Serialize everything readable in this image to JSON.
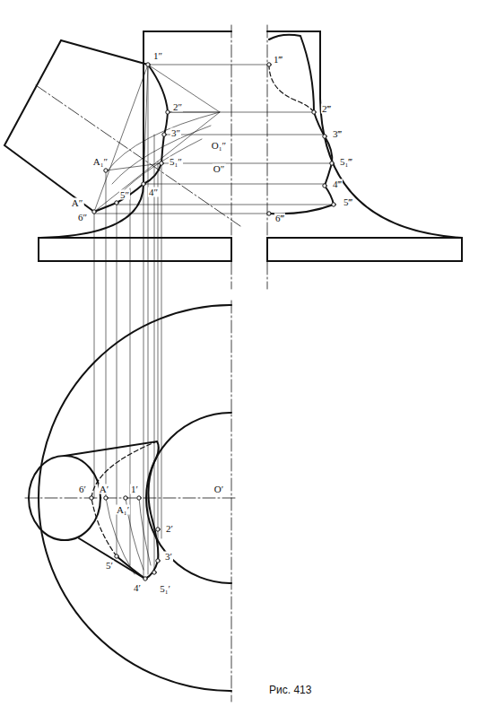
{
  "diagram": {
    "caption": "Рис. 413",
    "labels": [
      "1″",
      "2″",
      "3″",
      "O₁″",
      "5₁″",
      "A₁″",
      "4″",
      "O″",
      "A″",
      "5″",
      "6″",
      "1‴",
      "2‴",
      "3‴",
      "5₁‴",
      "4‴",
      "5‴",
      "6‴",
      "6′",
      "A′",
      "1′",
      "A₁′",
      "O′",
      "2′",
      "5′",
      "4′",
      "3′",
      "5₁′"
    ]
  }
}
